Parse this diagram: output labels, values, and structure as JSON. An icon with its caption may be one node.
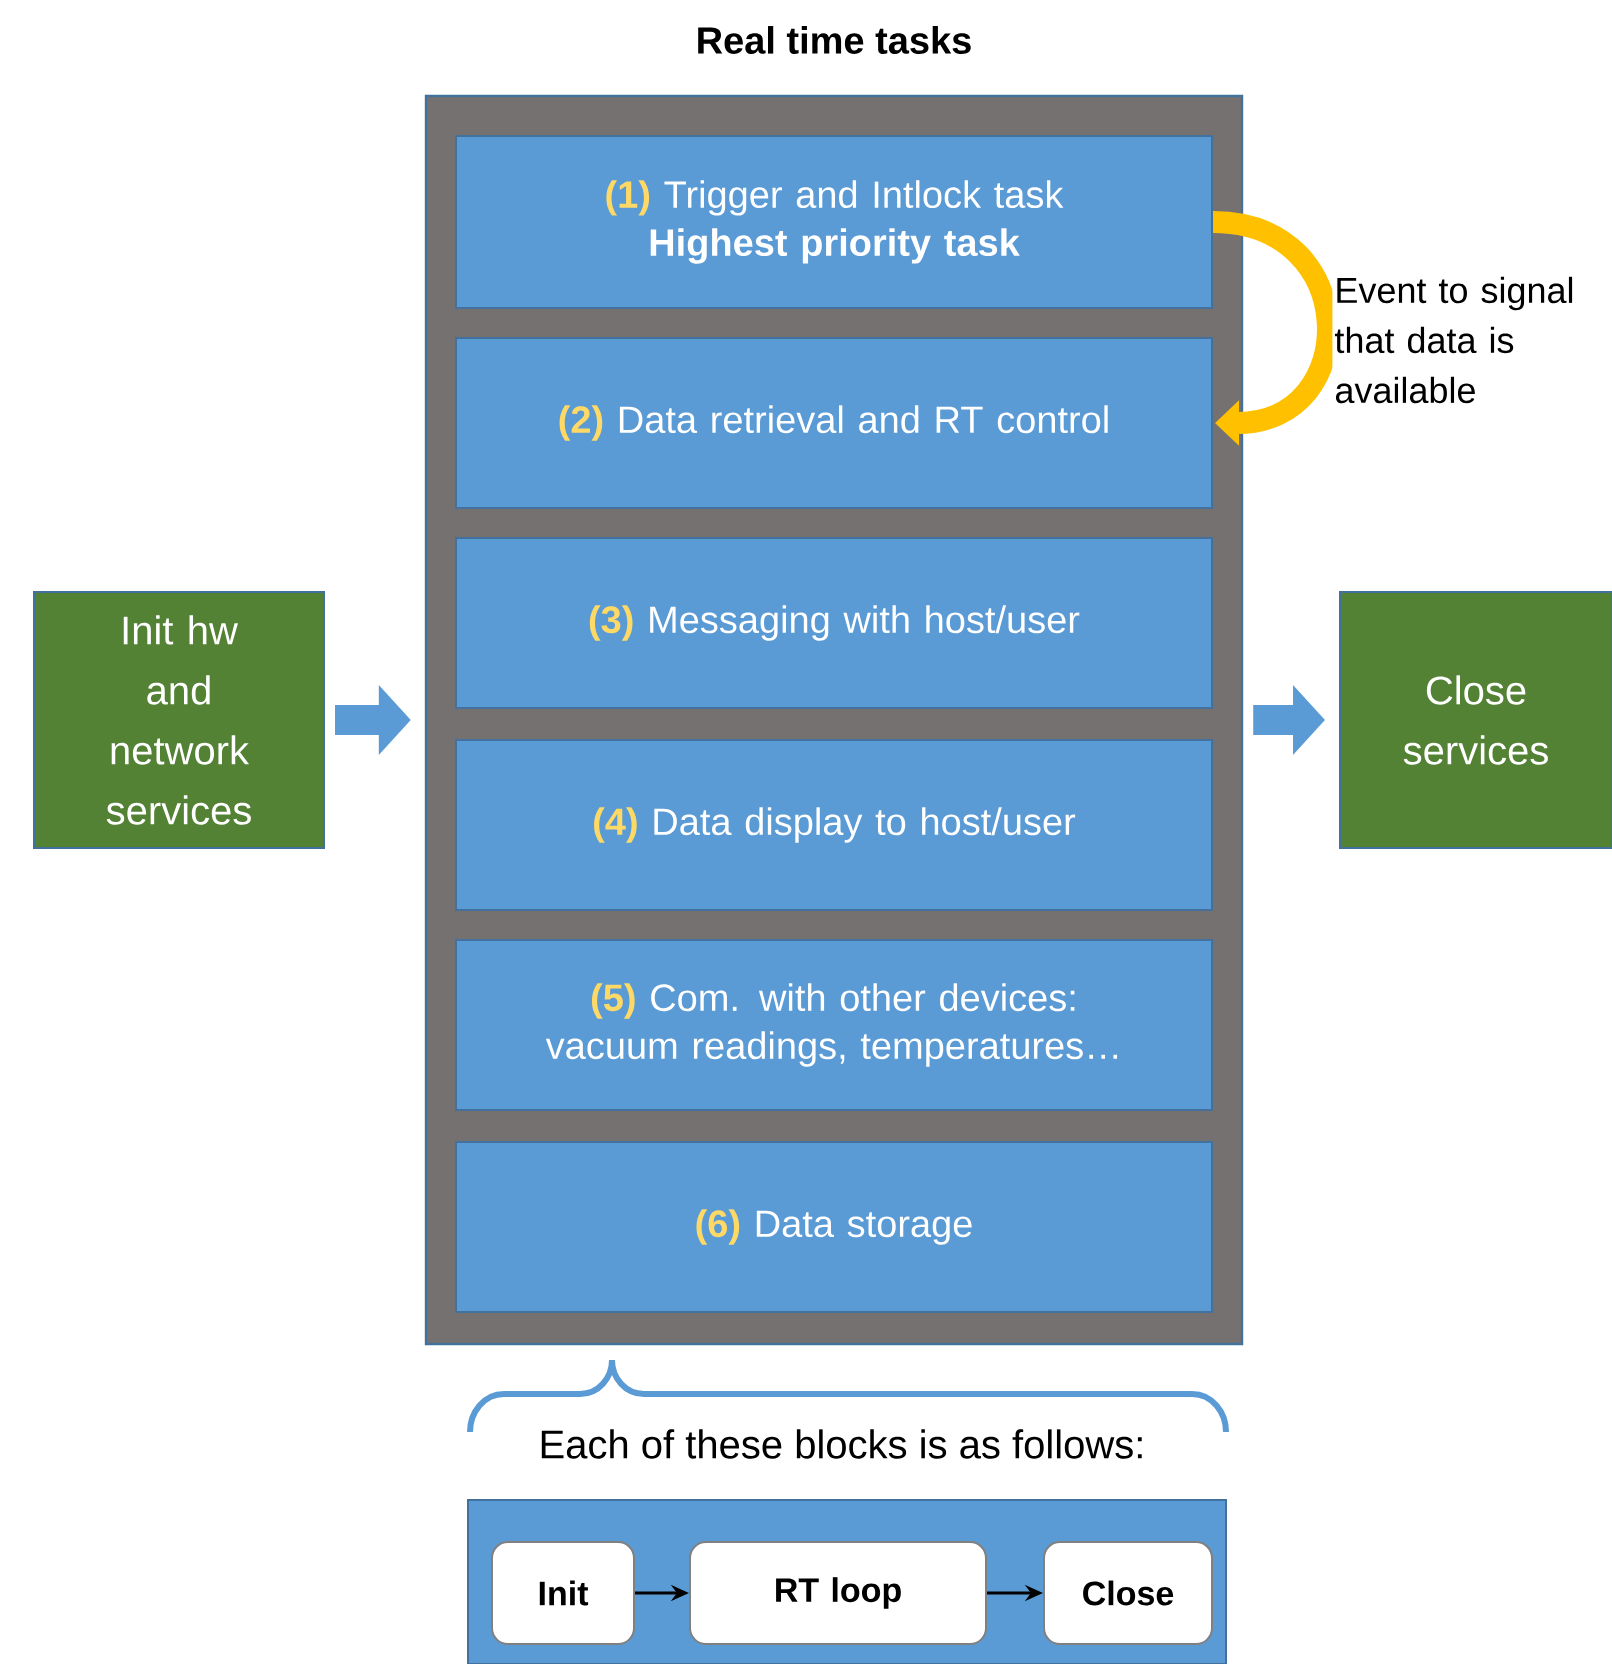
{
  "diagram": {
    "nodes": [
      {
        "text": [
          "Real time tasks"
        ]
      },
      {
        "text": [
          "(1)",
          "Trigger and Intlock task",
          "Highest priority task"
        ],
        "in": 0
      },
      {
        "text": [
          "(2)",
          "Data retrieval and RT control"
        ],
        "in": 0
      },
      {
        "text": [
          "(3)",
          "Messaging with host/user"
        ],
        "in": 0
      },
      {
        "text": [
          "(4)",
          "Data display to host/user"
        ],
        "in": 0
      },
      {
        "text": [
          "(5)",
          "Com. with other devices: vacuum readings, temperatures…"
        ],
        "in": 0
      },
      {
        "text": [
          "(6)",
          "Data storage"
        ],
        "in": 0
      },
      {
        "text": [
          "Init hw and network services"
        ]
      },
      {
        "text": [
          "Close services"
        ]
      },
      {
        "text": [],
        "shape": "box"
      },
      {
        "text": [
          "Init"
        ],
        "in": 9
      },
      {
        "text": [
          "RT loop"
        ],
        "in": 9
      },
      {
        "text": [
          "Close"
        ],
        "in": 9
      }
    ],
    "edges": [
      {
        "from": 7,
        "to": 0,
        "arrow": "to",
        "color": "#5b9bd5"
      },
      {
        "from": 0,
        "to": 8,
        "arrow": "to",
        "color": "#5b9bd5"
      },
      {
        "from": 1,
        "to": 2,
        "arrow": "to",
        "color": "#ffc000",
        "label": "Event to signal that data is available"
      },
      {
        "from": 10,
        "to": 11,
        "arrow": "to",
        "color": "#000000"
      },
      {
        "from": 11,
        "to": 12,
        "arrow": "to",
        "color": "#000000"
      }
    ],
    "labels": [
      "Each of these blocks is as follows:"
    ]
  }
}
